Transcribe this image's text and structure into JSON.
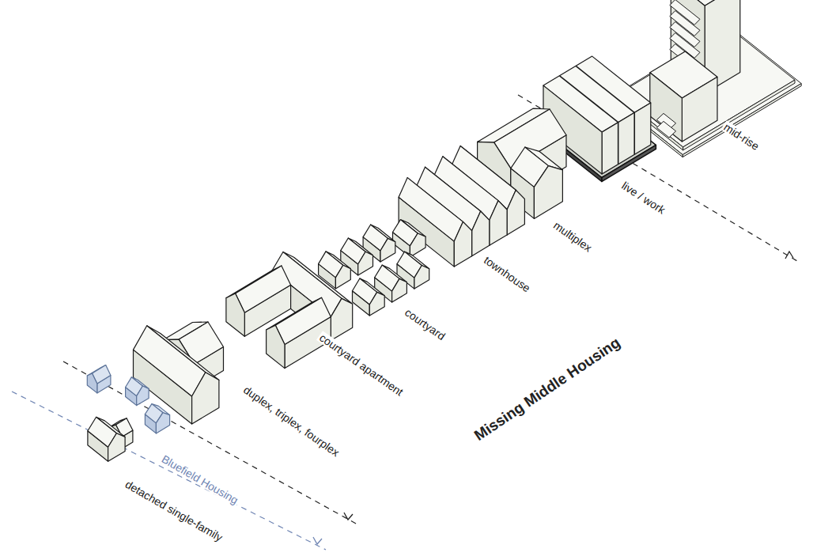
{
  "diagram": {
    "labels": [
      "mid-rise",
      "live / work",
      "multiplex",
      "townhouse",
      "courtyard",
      "courtyard apartment",
      "duplex, triplex, fourplex",
      "Missing Middle Housing",
      "Bluefield Housing",
      "detached single-family"
    ]
  }
}
